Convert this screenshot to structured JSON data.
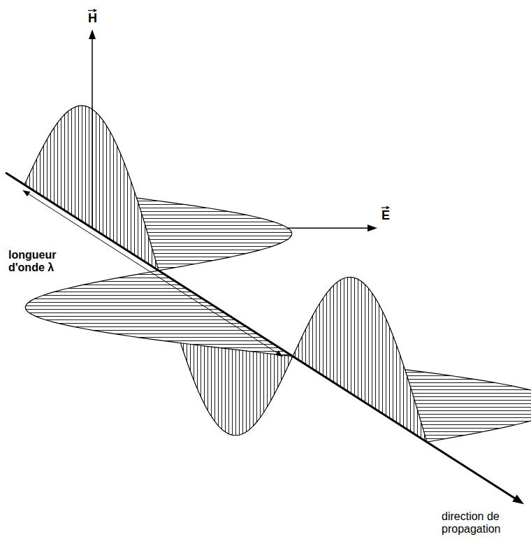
{
  "diagram": {
    "labels": [
      "H",
      "E",
      "longueur d'onde λ",
      "direction de propagation"
    ]
  }
}
